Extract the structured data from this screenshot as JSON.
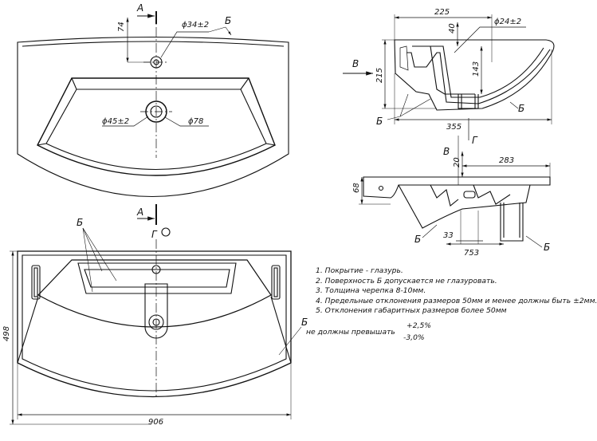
{
  "views": {
    "top": {
      "section_letter": "А",
      "dim_74": "74",
      "hole_small": "ϕ34±2",
      "surface_b": "Б",
      "drain_hole": "ϕ45±2",
      "drain_outer": "ϕ78"
    },
    "section": {
      "dim_225": "225",
      "dim_40": "40",
      "hole": "ϕ24±2",
      "dim_143": "143",
      "view_b": "В",
      "dim_215": "215",
      "dim_355": "355",
      "surface_b_left": "Б",
      "surface_b_right": "Б"
    },
    "side": {
      "view_b": "В",
      "view_g": "Г",
      "dim_20": "20",
      "dim_283": "283",
      "dim_68": "68",
      "dim_33": "33",
      "dim_753": "753",
      "surface_b_left": "Б",
      "surface_b_right": "Б"
    },
    "front": {
      "section_letter": "А",
      "view_g": "Г",
      "surface_b_top": "Б",
      "surface_b_right": "Б",
      "dim_498": "498",
      "dim_906": "906"
    }
  },
  "notes": [
    "1. Покрытие - глазурь.",
    "2. Поверхность Б допускается не глазуровать.",
    "3. Толщина черепка 8-10мм.",
    "4. Предельные отклонения размеров 50мм и менее должны быть ±2мм.",
    "5. Отклонения габаритных размеров более 50мм",
    "не должны превышать"
  ],
  "tolerance": {
    "plus": "+2,5%",
    "minus": "-3,0%"
  }
}
